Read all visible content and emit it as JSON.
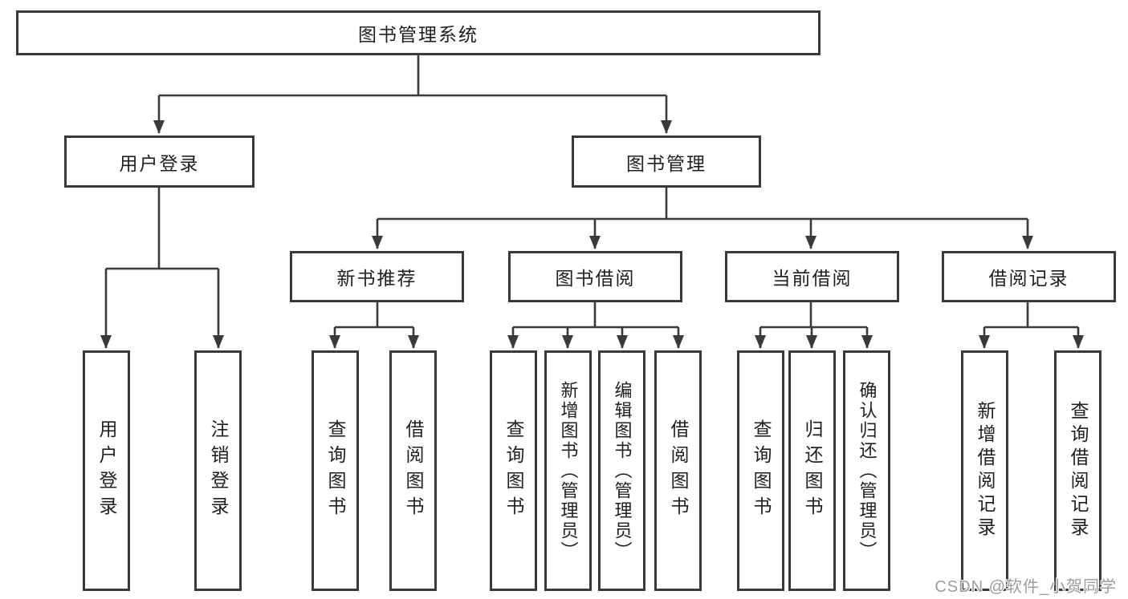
{
  "colors": {
    "line": "#3a3a3a",
    "background": "#ffffff",
    "watermark": "#9c9c9c",
    "text": "#1f1f1f"
  },
  "tree": {
    "root": {
      "label": "图书管理系统",
      "children": [
        {
          "label": "用户登录",
          "children": [
            {
              "label": "用户登录"
            },
            {
              "label": "注销登录"
            }
          ]
        },
        {
          "label": "图书管理",
          "children": [
            {
              "label": "新书推荐",
              "children": [
                {
                  "label": "查询图书"
                },
                {
                  "label": "借阅图书"
                }
              ]
            },
            {
              "label": "图书借阅",
              "children": [
                {
                  "label": "查询图书"
                },
                {
                  "label": "新增图书（管理员）"
                },
                {
                  "label": "编辑图书（管理员）"
                },
                {
                  "label": "借阅图书"
                }
              ]
            },
            {
              "label": "当前借阅",
              "children": [
                {
                  "label": "查询图书"
                },
                {
                  "label": "归还图书"
                },
                {
                  "label": "确认归还（管理员）"
                }
              ]
            },
            {
              "label": "借阅记录",
              "children": [
                {
                  "label": "新增借阅记录"
                },
                {
                  "label": "查询借阅记录"
                }
              ]
            }
          ]
        }
      ]
    }
  },
  "watermark": {
    "text": "CSDN @软件_小贺同学"
  }
}
